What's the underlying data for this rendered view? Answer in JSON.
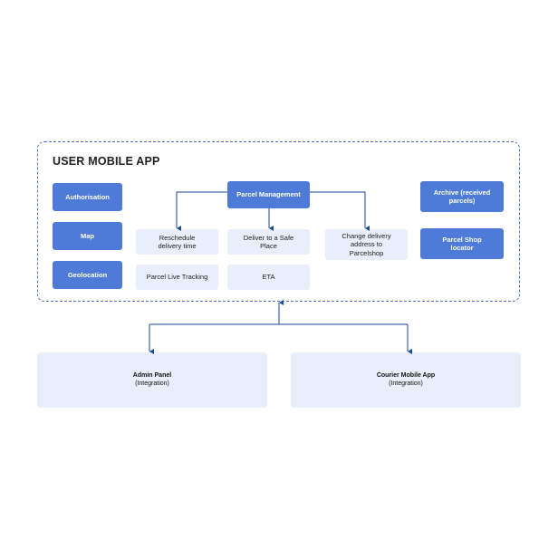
{
  "diagram": {
    "title": "USER MOBILE APP",
    "left_modules": [
      "Authorisation",
      "Map",
      "Geolocation"
    ],
    "center": {
      "hub": "Parcel Management",
      "features": [
        "Reschedule delivery time",
        "Deliver to a Safe Place",
        "Change delivery address to Parcelshop",
        "Parcel Live Tracking",
        "ETA"
      ]
    },
    "right_modules": [
      "Archive (received parcels)",
      "Parcel Shop locator"
    ],
    "integrations": [
      {
        "name": "Admin Panel",
        "note": "(Integration)"
      },
      {
        "name": "Courier Mobile App",
        "note": "(Integration)"
      }
    ],
    "colors": {
      "accent": "#4e7bd8",
      "light_fill": "#e8effb",
      "line": "#1a4a9a",
      "frame": "#4a74c9"
    }
  }
}
